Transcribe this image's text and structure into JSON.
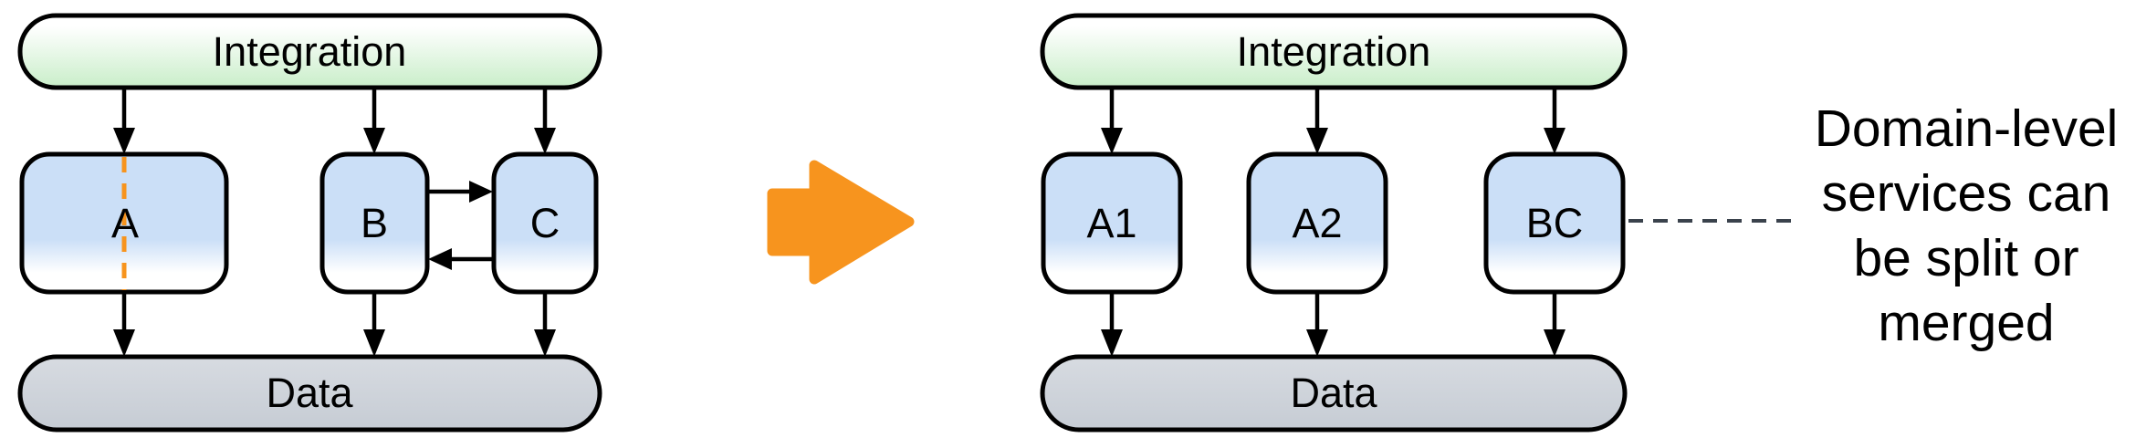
{
  "left_diagram": {
    "integration_label": "Integration",
    "data_label": "Data",
    "services": [
      "A",
      "B",
      "C"
    ]
  },
  "right_diagram": {
    "integration_label": "Integration",
    "data_label": "Data",
    "services": [
      "A1",
      "A2",
      "BC"
    ]
  },
  "annotation": {
    "lines": [
      "Domain-level",
      "services can",
      "be split or",
      "merged"
    ]
  },
  "colors": {
    "integration_top": "#ffffff",
    "integration_bottom": "#c9eec9",
    "service_top": "#cbdff7",
    "service_bottom": "#ffffff",
    "data_top": "#d7dbe1",
    "data_bottom": "#c6ccd4",
    "outline": "#000000",
    "accent_orange": "#f7941e",
    "annotation_dash": "#3a424c",
    "text": "#000000"
  }
}
